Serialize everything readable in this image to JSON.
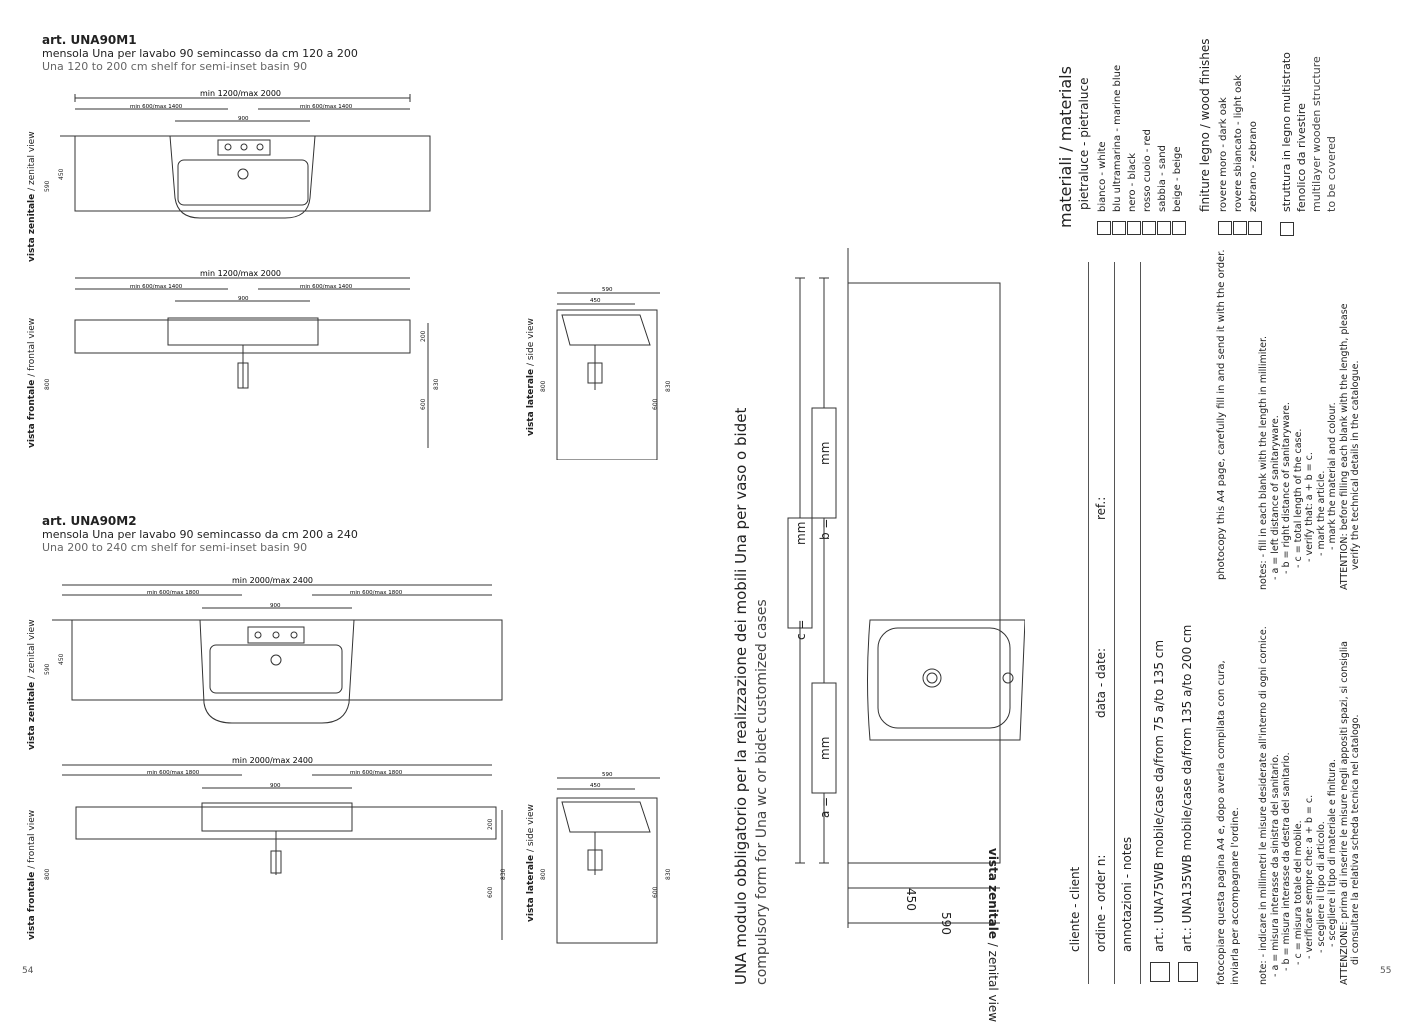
{
  "left": {
    "art1": {
      "code": "art. UNA90M1",
      "subtitle": "mensola Una per lavabo 90 semincasso da cm 120 a 200",
      "subtitle_en": "Una 120 to 200 cm shelf for semi-inset basin 90",
      "dims": {
        "total": "min 1200/max 2000",
        "side": "min 600/max 1400",
        "center": "900",
        "h590": "590",
        "h450": "450",
        "h800": "800",
        "h830": "830",
        "h600": "600",
        "h200": "200",
        "s590": "590",
        "s450": "450"
      }
    },
    "art2": {
      "code": "art. UNA90M2",
      "subtitle": "mensola Una per lavabo 90 semincasso da cm 200 a 240",
      "subtitle_en": "Una 200 to 240 cm shelf for semi-inset basin 90",
      "dims": {
        "total": "min 2000/max 2400",
        "side": "min 600/max 1800",
        "center": "900",
        "h590": "590",
        "h450": "450",
        "h800": "800",
        "h830": "830",
        "h600": "600",
        "h200": "200",
        "s590": "590",
        "s450": "450"
      }
    },
    "views": {
      "zenital_it": "vista zenitale",
      "zenital_en": "zenital view",
      "frontal_it": "vista frontale",
      "frontal_en": "frontal view",
      "side_it": "vista laterale",
      "side_en": "side view",
      "sep": " / "
    },
    "page_number": "54"
  },
  "right": {
    "form_title": "UNA modulo obbligatorio per la realizzazione dei mobili Una per vaso o bidet",
    "form_title_en": "compulsory form for Una wc or bidet customized cases",
    "fields": {
      "a": "a =",
      "b": "b =",
      "c": "c =",
      "mm": "mm",
      "d450": "450",
      "d590": "590",
      "view_label_it": "vista zenitale",
      "view_label_en": "zenital view"
    },
    "client": "cliente - client",
    "order": "ordine - order n:",
    "date": "data - date:",
    "ref": "ref.:",
    "notes_label": "annotazioni - notes",
    "art_line1": "art.: UNA75WB mobile/case da/from 75 a/to 135 cm",
    "art_line2": "art.: UNA135WB mobile/case da/from 135 a/to 200 cm",
    "photocopy_it_1": "fotocopiare questa pagina A4 e, dopo averla compilata con cura,",
    "photocopy_it_2": "inviarla per accompagnare l'ordine.",
    "photocopy_en": "photocopy this A4 page, carefully fill in and send it with the order.",
    "notes_it": [
      "note: - indicare in millimetri le misure desiderate all'interno di ogni cornice.",
      "- a = misura interasse da sinistra del sanitario.",
      "- b = misura interasse da destra del sanitario.",
      "- c = misura totale del mobile.",
      "- verificare sempre che: a + b = c.",
      "- scegliere il tipo di articolo.",
      "- scegliere il tipo di materiale e finitura.",
      "ATTENZIONE: prima di inserire le misure negli appositi spazi, si consiglia",
      "di consultare la relativa scheda tecnica nel catalogo."
    ],
    "notes_en": [
      "notes: - fill in each blank with the length in millimiter.",
      "- a = left distance of sanitaryware.",
      "- b = right distance of sanitaryware.",
      "- c = total length of the case.",
      "- verify that: a + b = c.",
      "- mark the article.",
      "- mark the material and colour.",
      "ATTENTION: before filling each blank with the length, please",
      "verify the technical details in the catalogue."
    ],
    "materials": {
      "heading": "materiali / materials",
      "pietraluce": "pietraluce - pietraluce",
      "colors": [
        {
          "it": "bianco",
          "en": "white"
        },
        {
          "it": "blu ultramarina",
          "en": "marine blue"
        },
        {
          "it": "nero",
          "en": "black"
        },
        {
          "it": "rosso cuoio",
          "en": "red"
        },
        {
          "it": "sabbia",
          "en": "sand"
        },
        {
          "it": "beige",
          "en": "beige"
        }
      ],
      "wood_heading": "finiture legno / wood finishes",
      "woods": [
        {
          "it": "rovere moro",
          "en": "dark oak"
        },
        {
          "it": "rovere sbiancato",
          "en": "light oak"
        },
        {
          "it": "zebrano",
          "en": "zebrano"
        }
      ],
      "struct_1": "struttura in legno multistrato",
      "struct_2": "fenolico da rivestire",
      "struct_3": "multilayer wooden structure",
      "struct_4": "to be covered"
    },
    "page_number": "55"
  }
}
